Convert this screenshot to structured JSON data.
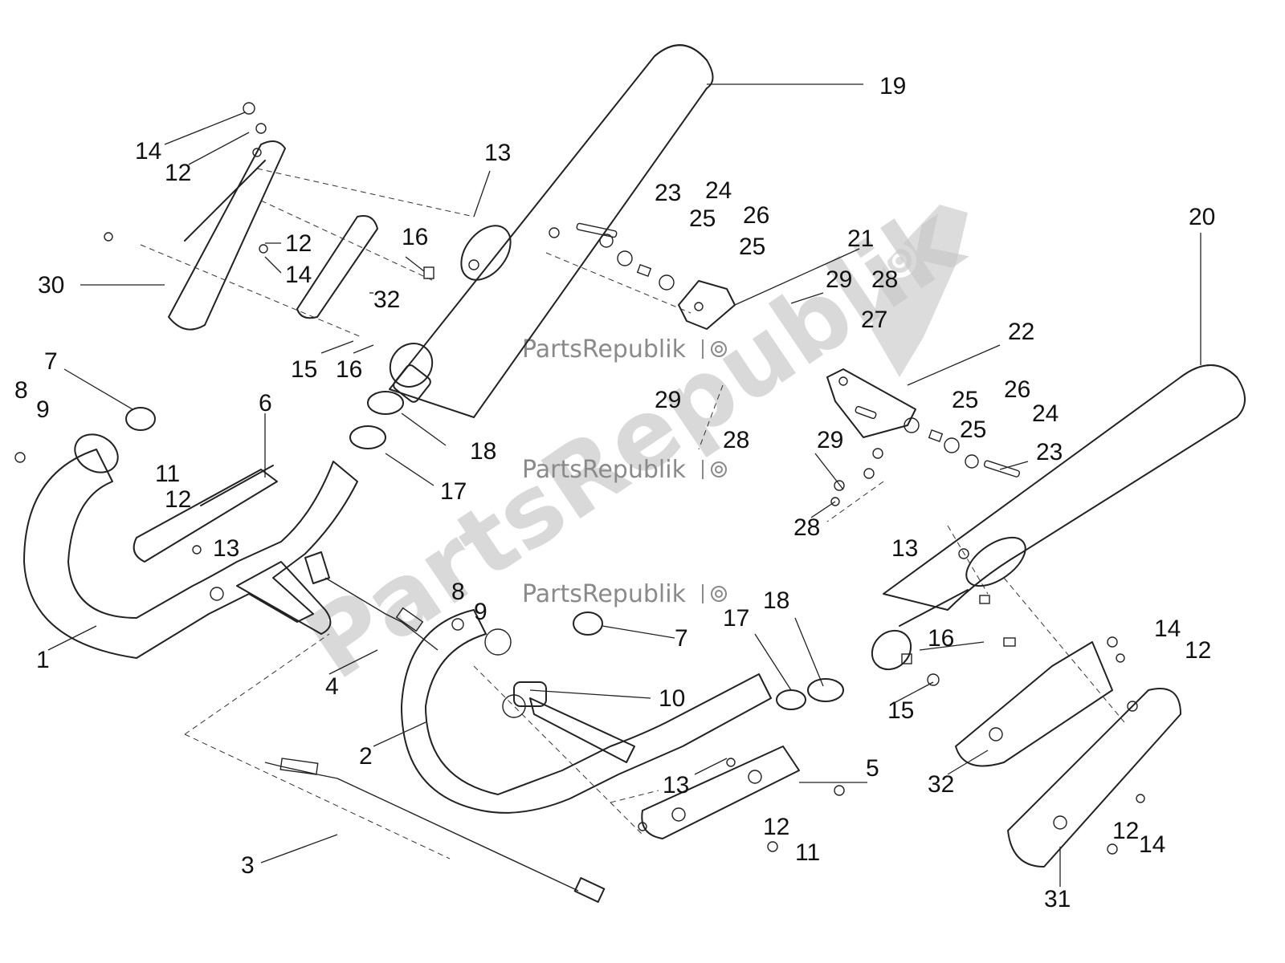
{
  "watermark": {
    "brand": "PartsRepublik"
  },
  "callouts": [
    {
      "id": "c19",
      "label": "19"
    },
    {
      "id": "c13a",
      "label": "13"
    },
    {
      "id": "c14a",
      "label": "14"
    },
    {
      "id": "c12a",
      "label": "12"
    },
    {
      "id": "c30",
      "label": "30"
    },
    {
      "id": "c12b",
      "label": "12"
    },
    {
      "id": "c14b",
      "label": "14"
    },
    {
      "id": "c16a",
      "label": "16"
    },
    {
      "id": "c32a",
      "label": "32"
    },
    {
      "id": "c23a",
      "label": "23"
    },
    {
      "id": "c24a",
      "label": "24"
    },
    {
      "id": "c25a",
      "label": "25"
    },
    {
      "id": "c26a",
      "label": "26"
    },
    {
      "id": "c25b",
      "label": "25"
    },
    {
      "id": "c21",
      "label": "21"
    },
    {
      "id": "c20",
      "label": "20"
    },
    {
      "id": "c29a",
      "label": "29"
    },
    {
      "id": "c28a",
      "label": "28"
    },
    {
      "id": "c27",
      "label": "27"
    },
    {
      "id": "c22",
      "label": "22"
    },
    {
      "id": "c7a",
      "label": "7"
    },
    {
      "id": "c8a",
      "label": "8"
    },
    {
      "id": "c9a",
      "label": "9"
    },
    {
      "id": "c6",
      "label": "6"
    },
    {
      "id": "c15a",
      "label": "15"
    },
    {
      "id": "c16b",
      "label": "16"
    },
    {
      "id": "c18a",
      "label": "18"
    },
    {
      "id": "c17a",
      "label": "17"
    },
    {
      "id": "c29b",
      "label": "29"
    },
    {
      "id": "c28b",
      "label": "28"
    },
    {
      "id": "c25c",
      "label": "25"
    },
    {
      "id": "c26b",
      "label": "26"
    },
    {
      "id": "c25d",
      "label": "25"
    },
    {
      "id": "c24b",
      "label": "24"
    },
    {
      "id": "c23b",
      "label": "23"
    },
    {
      "id": "c29c",
      "label": "29"
    },
    {
      "id": "c28c",
      "label": "28"
    },
    {
      "id": "c11a",
      "label": "11"
    },
    {
      "id": "c12c",
      "label": "12"
    },
    {
      "id": "c13b",
      "label": "13"
    },
    {
      "id": "c13c",
      "label": "13"
    },
    {
      "id": "c1",
      "label": "1"
    },
    {
      "id": "c4",
      "label": "4"
    },
    {
      "id": "c8b",
      "label": "8"
    },
    {
      "id": "c9b",
      "label": "9"
    },
    {
      "id": "c7b",
      "label": "7"
    },
    {
      "id": "c18b",
      "label": "18"
    },
    {
      "id": "c17b",
      "label": "17"
    },
    {
      "id": "c16c",
      "label": "16"
    },
    {
      "id": "c14c",
      "label": "14"
    },
    {
      "id": "c12d",
      "label": "12"
    },
    {
      "id": "c10",
      "label": "10"
    },
    {
      "id": "c15b",
      "label": "15"
    },
    {
      "id": "c2",
      "label": "2"
    },
    {
      "id": "c13d",
      "label": "13"
    },
    {
      "id": "c5",
      "label": "5"
    },
    {
      "id": "c32b",
      "label": "32"
    },
    {
      "id": "c12e",
      "label": "12"
    },
    {
      "id": "c11b",
      "label": "11"
    },
    {
      "id": "c3",
      "label": "3"
    },
    {
      "id": "c12f",
      "label": "12"
    },
    {
      "id": "c14d",
      "label": "14"
    },
    {
      "id": "c31",
      "label": "31"
    }
  ]
}
